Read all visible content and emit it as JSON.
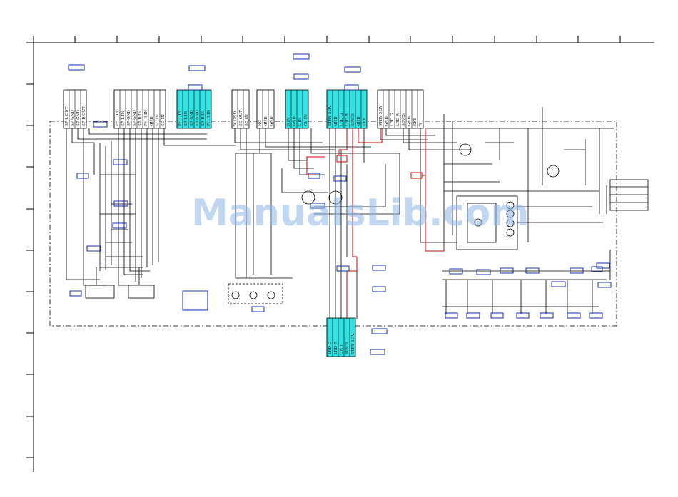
{
  "watermark": "ManualsLib.com",
  "colors": {
    "connector_fill": "#33e3e3",
    "wire": "#000000",
    "highlight_wire": "#d40000",
    "ref_box": "#1a2fb0",
    "watermark": "#8fb7e6"
  },
  "connectors": [
    {
      "pins": [
        "SP L OUT",
        "SP GND",
        "SP GND",
        "SP R OUT"
      ],
      "highlight": false
    },
    {
      "pins": [
        "PH L IN",
        "SP L IN",
        "SP GND",
        "SP GND",
        "SP R IN",
        "PH R IN",
        "GND",
        "SD IN",
        "SD IN"
      ],
      "highlight": false
    },
    {
      "pins": [
        "PH L IN",
        "SP L IN",
        "SP GND",
        "SP GND",
        "SP R IN",
        "PH R IN"
      ],
      "highlight": true
    },
    {
      "pins": [
        "W GND",
        "SD OUT",
        "SD IN"
      ],
      "highlight": false
    },
    {
      "pins": [
        "NC",
        "GND",
        "GND"
      ],
      "highlight": false
    },
    {
      "pins": [
        "R IN",
        "GND",
        "L IN",
        "CV IN"
      ],
      "highlight": true
    },
    {
      "pins": [
        "STBY 3.3V",
        "GND",
        "LED G",
        "LED R",
        "SIRCS",
        "GND",
        "KEY"
      ],
      "highlight": true
    },
    {
      "pins": [
        "STBY 3.3V",
        "GND",
        "LED G",
        "LED R",
        "SIRCS",
        "GND",
        "KEY",
        "W"
      ],
      "highlight": false
    }
  ],
  "bottom_connector": {
    "pins": [
      "LED G",
      "LED R",
      "GND",
      "SIRCS",
      "STBY 3.3V"
    ],
    "highlight": true
  }
}
